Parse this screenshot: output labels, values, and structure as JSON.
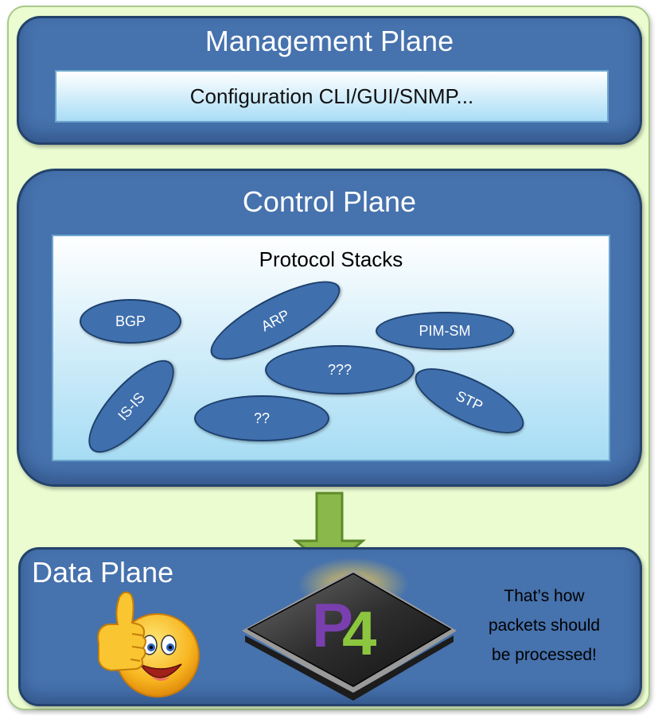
{
  "management_plane": {
    "title": "Management Plane",
    "config_label": "Configuration CLI/GUI/SNMP..."
  },
  "control_plane": {
    "title": "Control Plane",
    "protocol_stacks_label": "Protocol Stacks",
    "protocols": [
      "BGP",
      "ARP",
      "PIM-SM",
      "???",
      "IS-IS",
      "??",
      "STP"
    ]
  },
  "data_plane": {
    "title": "Data Plane",
    "note_line1": "That’s how",
    "note_line2": "packets should",
    "note_line3": "be processed!",
    "chip_logo_text": "P4",
    "images": [
      "thumbs-up-emoji",
      "p4-chip"
    ]
  },
  "colors": {
    "plane_fill": "#4672ad",
    "plane_border": "#23426a",
    "outer_background": "#eafcd0",
    "inner_box_gradient_bottom": "#a6dcf4",
    "arrow_fill": "#8ab84a",
    "p4_purple": "#7a3fae",
    "p4_green": "#8cc63f"
  }
}
